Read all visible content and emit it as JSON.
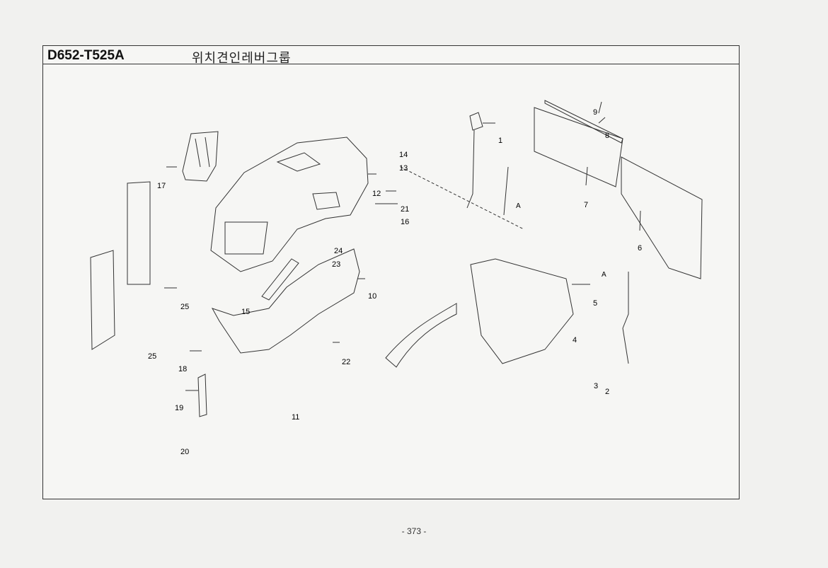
{
  "header": {
    "code": "D652-T525A",
    "title": "위치견인레버그룹"
  },
  "callouts": [
    {
      "id": "1",
      "label": "1"
    },
    {
      "id": "2",
      "label": "2"
    },
    {
      "id": "3",
      "label": "3"
    },
    {
      "id": "4",
      "label": "4"
    },
    {
      "id": "5",
      "label": "5"
    },
    {
      "id": "6",
      "label": "6"
    },
    {
      "id": "7",
      "label": "7"
    },
    {
      "id": "8",
      "label": "8"
    },
    {
      "id": "9",
      "label": "9"
    },
    {
      "id": "10",
      "label": "10"
    },
    {
      "id": "11",
      "label": "11"
    },
    {
      "id": "12",
      "label": "12"
    },
    {
      "id": "13",
      "label": "13"
    },
    {
      "id": "14",
      "label": "14"
    },
    {
      "id": "15",
      "label": "15"
    },
    {
      "id": "16",
      "label": "16"
    },
    {
      "id": "17",
      "label": "17"
    },
    {
      "id": "18",
      "label": "18"
    },
    {
      "id": "19",
      "label": "19"
    },
    {
      "id": "20",
      "label": "20"
    },
    {
      "id": "21",
      "label": "21"
    },
    {
      "id": "22",
      "label": "22"
    },
    {
      "id": "23",
      "label": "23"
    },
    {
      "id": "24",
      "label": "24"
    },
    {
      "id": "25a",
      "label": "25"
    },
    {
      "id": "25b",
      "label": "25"
    },
    {
      "id": "Aa",
      "label": "A"
    },
    {
      "id": "Ab",
      "label": "A"
    }
  ],
  "footer": {
    "page": "- 373 -"
  },
  "colors": {
    "line": "#333333",
    "paper": "#f6f6f4"
  }
}
